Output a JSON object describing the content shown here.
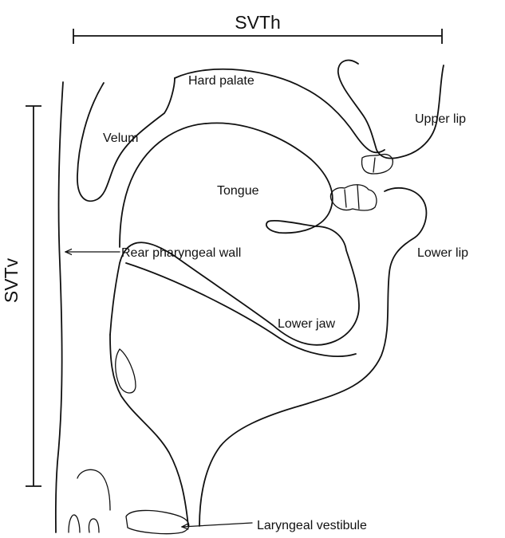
{
  "measures": {
    "horizontal": "SVTh",
    "vertical": "SVTv"
  },
  "labels": {
    "hard_palate": "Hard palate",
    "upper_lip": "Upper lip",
    "velum": "Velum",
    "tongue": "Tongue",
    "rear_pharyngeal_wall": "Rear pharyngeal wall",
    "lower_lip": "Lower lip",
    "lower_jaw": "Lower jaw",
    "laryngeal_vestibule": "Laryngeal vestibule"
  },
  "colors": {
    "ink": "#111111",
    "background": "#ffffff"
  }
}
